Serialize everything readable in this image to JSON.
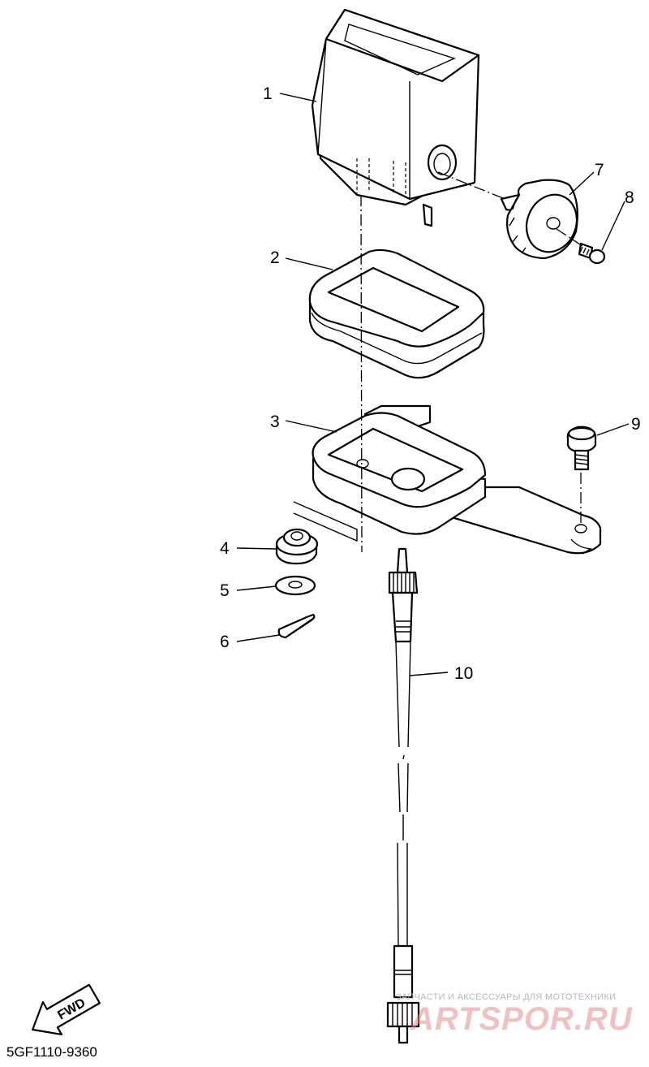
{
  "diagram": {
    "callouts": [
      "1",
      "2",
      "3",
      "4",
      "5",
      "6",
      "7",
      "8",
      "9",
      "10"
    ],
    "direction_arrow_label": "FWD",
    "drawing_code": "5GF1110-9360"
  },
  "watermark": {
    "tagline": "ЗАПЧАСТИ И АКСЕССУАРЫ ДЛЯ МОТОТЕХНИКИ",
    "logo_text": "ARTSPOR.RU"
  }
}
